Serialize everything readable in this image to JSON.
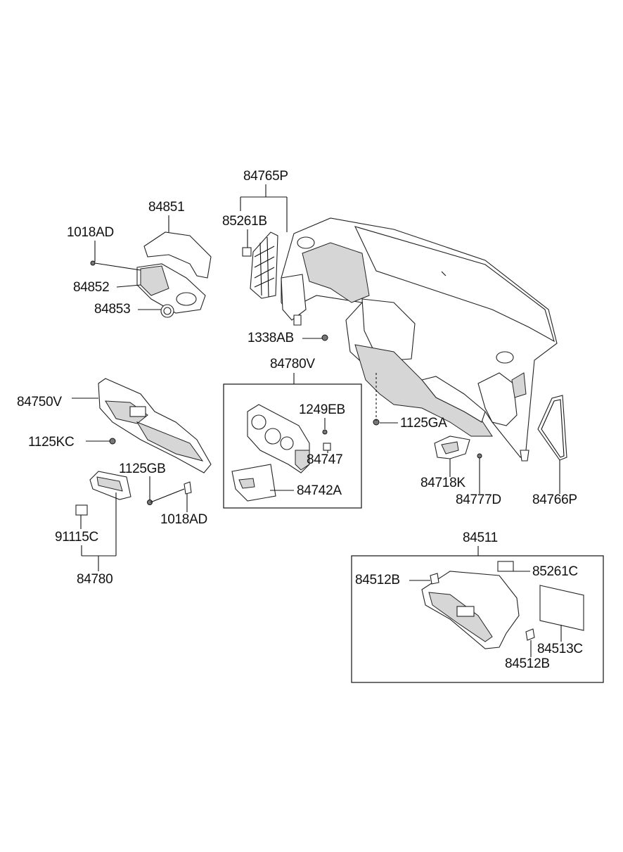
{
  "diagram": {
    "labels": {
      "p84765P": "84765P",
      "p84851": "84851",
      "p1018AD_top": "1018AD",
      "p85261B": "85261B",
      "p84852": "84852",
      "p84853": "84853",
      "p1338AB": "1338AB",
      "p84780V": "84780V",
      "p84750V": "84750V",
      "p1249EB": "1249EB",
      "p1125GA": "1125GA",
      "p1125KC": "1125KC",
      "p84747": "84747",
      "p1125GB": "1125GB",
      "p84718K": "84718K",
      "p84742A": "84742A",
      "p1018AD_bottom": "1018AD",
      "p84777D": "84777D",
      "p84766P": "84766P",
      "p91115C": "91115C",
      "p84511": "84511",
      "p84780": "84780",
      "p84512B_left": "84512B",
      "p85261C": "85261C",
      "p84513C": "84513C",
      "p84512B_right": "84512B"
    },
    "colors": {
      "line": "#111111",
      "background": "#ffffff",
      "shade": "#d6d6d6"
    }
  }
}
